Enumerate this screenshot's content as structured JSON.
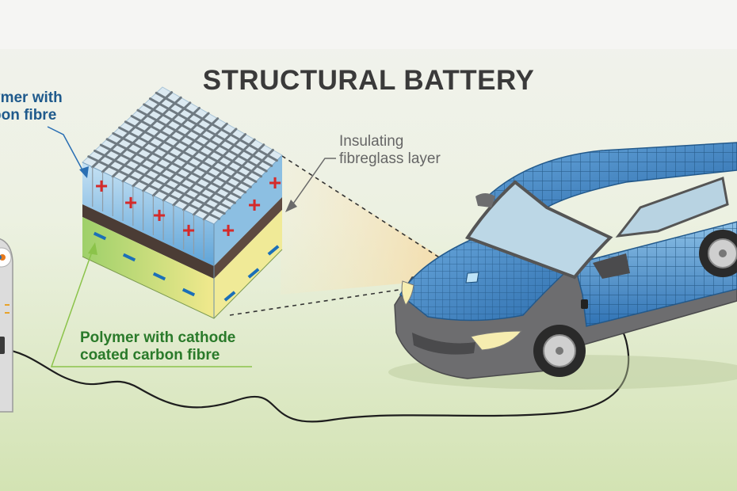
{
  "diagram": {
    "title": "STRUCTURAL BATTERY",
    "labels": {
      "anode_line1": "ymer with",
      "anode_line2": "bon fibre",
      "insulating_line1": "Insulating",
      "insulating_line2": "fibreglass layer",
      "cathode_line1": "Polymer with cathode",
      "cathode_line2": "coated carbon fibre"
    },
    "symbols": {
      "positive": "+",
      "negative": "−"
    },
    "colors": {
      "title": "#3a3a3a",
      "anode_label": "#1f5a8c",
      "insulating_label": "#666666",
      "cathode_label": "#2a7a2a",
      "positive_marker": "#d42a2a",
      "negative_marker": "#1b6fb8",
      "car_blue": "#3f86c8",
      "car_grey": "#6d6d6f"
    },
    "icons": [
      "battery-block-icon",
      "electric-car-icon",
      "charging-station-icon",
      "charging-cable-icon"
    ]
  }
}
